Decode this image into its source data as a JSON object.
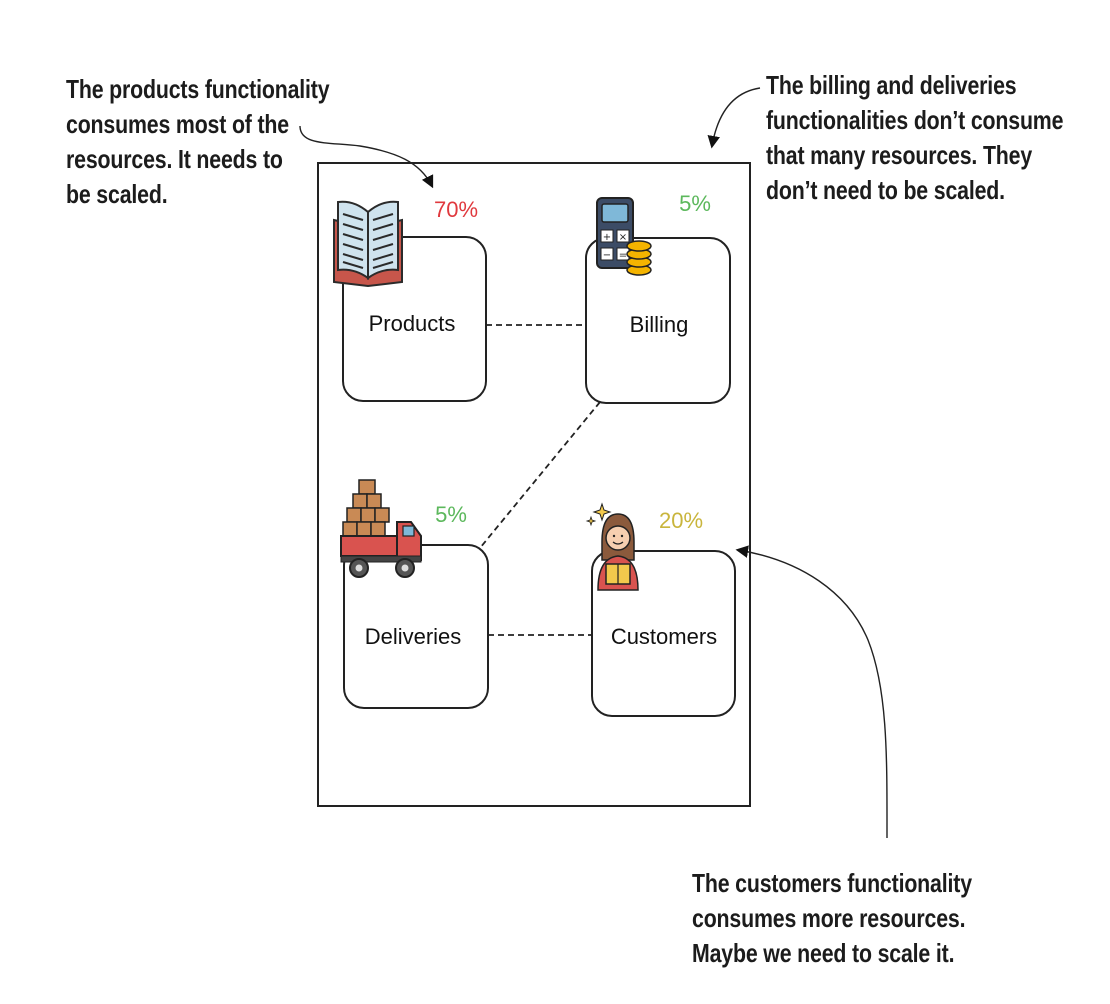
{
  "diagram": {
    "services": [
      {
        "id": "products",
        "label": "Products",
        "percent": "70%",
        "percent_color": "#e0393e",
        "icon": "open-book-icon"
      },
      {
        "id": "billing",
        "label": "Billing",
        "percent": "5%",
        "percent_color": "#5cb85c",
        "icon": "calculator-coins-icon"
      },
      {
        "id": "deliveries",
        "label": "Deliveries",
        "percent": "5%",
        "percent_color": "#5cb85c",
        "icon": "delivery-truck-icon"
      },
      {
        "id": "customers",
        "label": "Customers",
        "percent": "20%",
        "percent_color": "#c9b53c",
        "icon": "customer-person-icon"
      }
    ],
    "connections": [
      {
        "from": "products",
        "to": "billing",
        "style": "dashed"
      },
      {
        "from": "billing",
        "to": "deliveries",
        "style": "dashed"
      },
      {
        "from": "deliveries",
        "to": "customers",
        "style": "dashed"
      }
    ]
  },
  "callouts": {
    "products": {
      "lines": [
        "The products functionality",
        "consumes most of the",
        "resources. It needs to",
        "be scaled."
      ]
    },
    "billing_deliveries": {
      "lines": [
        "The billing and deliveries",
        "functionalities don’t consume",
        "that many resources. They",
        "don’t need to be scaled."
      ]
    },
    "customers": {
      "lines": [
        "The customers functionality",
        "consumes more resources.",
        "Maybe we need to scale it."
      ]
    }
  }
}
